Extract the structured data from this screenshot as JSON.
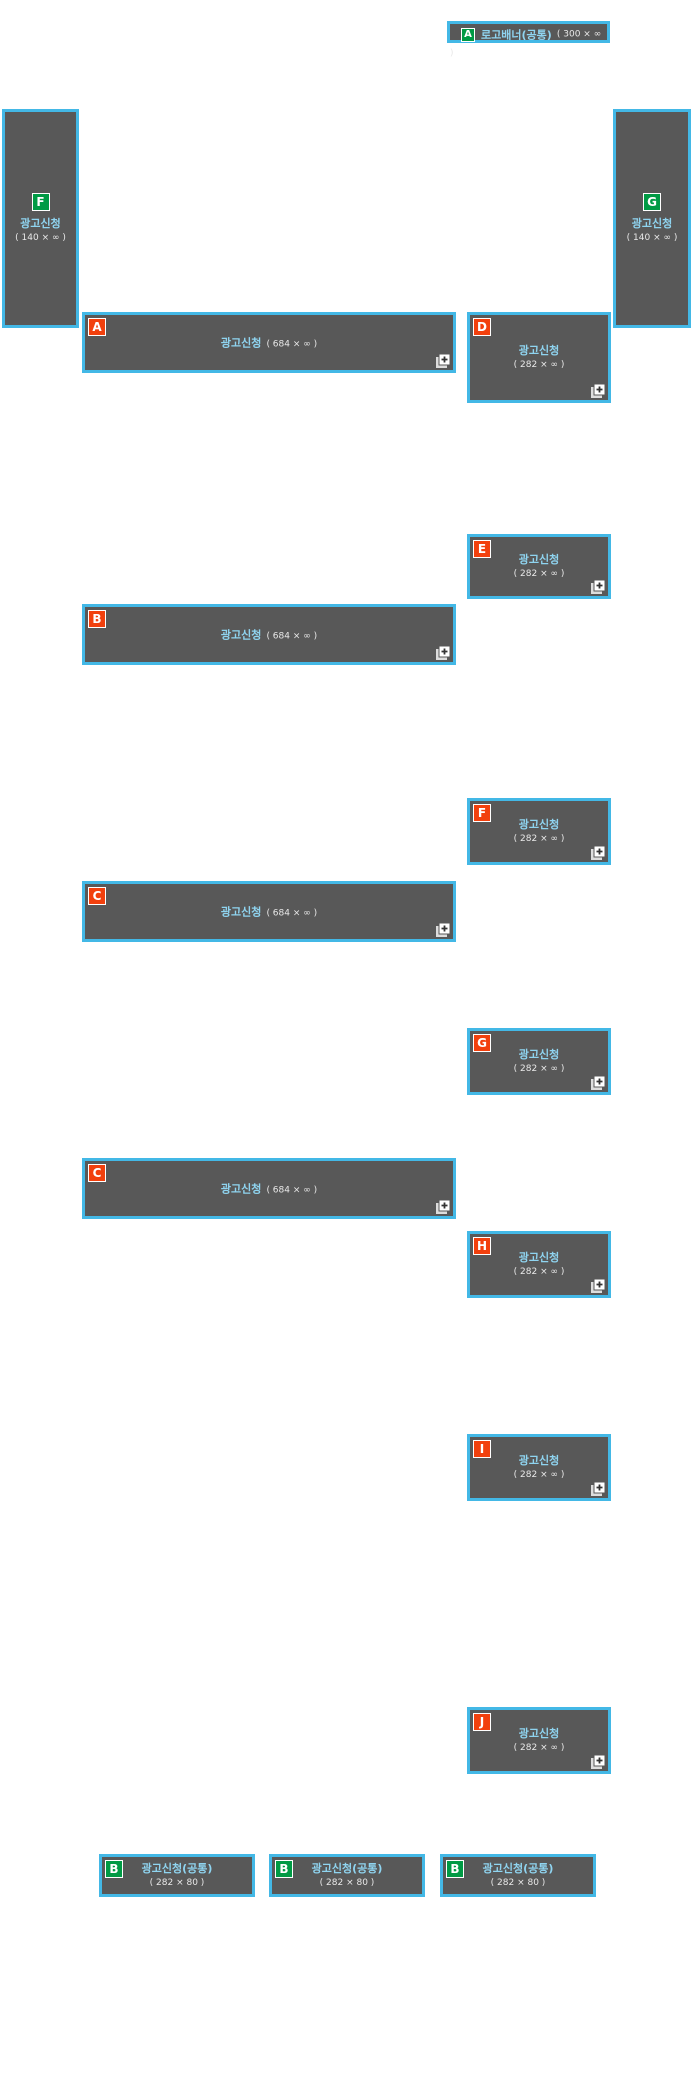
{
  "colors": {
    "border": "#43b8e6",
    "fill": "#585858",
    "label": "#8fd4f0",
    "red_badge": "#f2400d",
    "green_badge": "#009a44"
  },
  "top_banner": {
    "badge": "A",
    "label": "로고배너(공통)",
    "size": "( 300 × ∞ )"
  },
  "side_left": {
    "badge": "F",
    "label": "광고신청",
    "size": "( 140 × ∞ )"
  },
  "side_right": {
    "badge": "G",
    "label": "광고신청",
    "size": "( 140 × ∞ )"
  },
  "wide": [
    {
      "badge": "A",
      "label": "광고신청",
      "size": "( 684 × ∞ )"
    },
    {
      "badge": "B",
      "label": "광고신청",
      "size": "( 684 × ∞ )"
    },
    {
      "badge": "C",
      "label": "광고신청",
      "size": "( 684 × ∞ )"
    },
    {
      "badge": "C",
      "label": "광고신청",
      "size": "( 684 × ∞ )"
    }
  ],
  "right": [
    {
      "badge": "D",
      "label": "광고신청",
      "size": "( 282 × ∞ )"
    },
    {
      "badge": "E",
      "label": "광고신청",
      "size": "( 282 × ∞ )"
    },
    {
      "badge": "F",
      "label": "광고신청",
      "size": "( 282 × ∞ )"
    },
    {
      "badge": "G",
      "label": "광고신청",
      "size": "( 282 × ∞ )"
    },
    {
      "badge": "H",
      "label": "광고신청",
      "size": "( 282 × ∞ )"
    },
    {
      "badge": "I",
      "label": "광고신청",
      "size": "( 282 × ∞ )"
    },
    {
      "badge": "J",
      "label": "광고신청",
      "size": "( 282 × ∞ )"
    }
  ],
  "bottom": [
    {
      "badge": "B",
      "label": "광고신청(공통)",
      "size": "( 282 × 80 )"
    },
    {
      "badge": "B",
      "label": "광고신청(공통)",
      "size": "( 282 × 80 )"
    },
    {
      "badge": "B",
      "label": "광고신청(공통)",
      "size": "( 282 × 80 )"
    }
  ]
}
